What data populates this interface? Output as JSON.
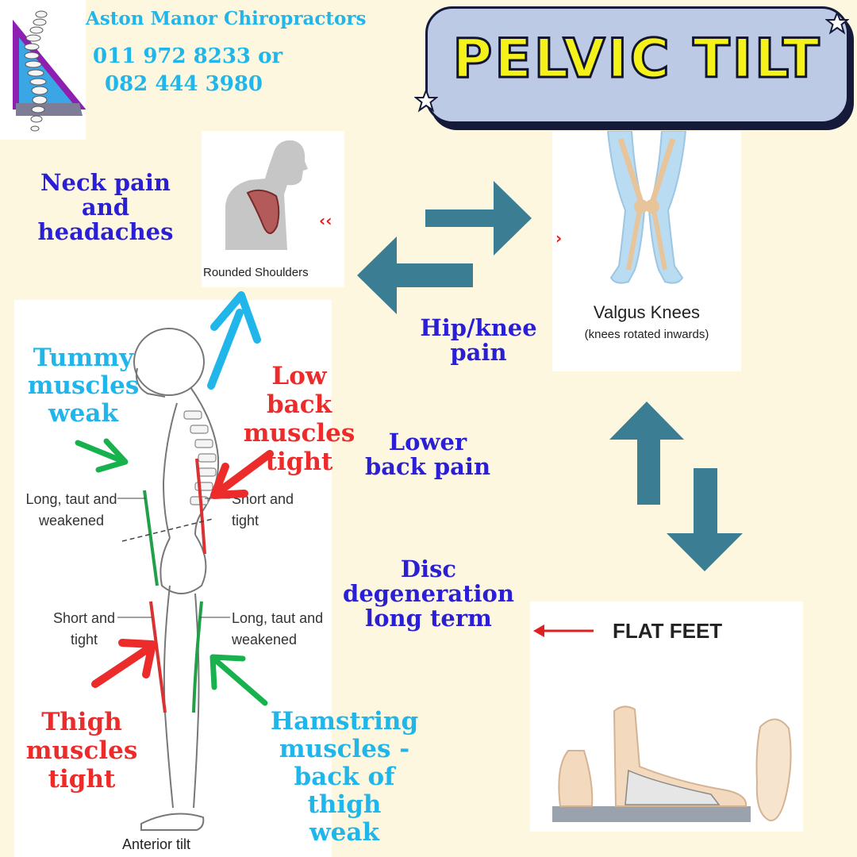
{
  "brand": {
    "name": "Aston Manor Chiropractors",
    "phone_line1": "011 972 8233 or",
    "phone_line2": "082 444 3980"
  },
  "title": "PELVIC TILT",
  "images": {
    "rounded_shoulders_caption": "Rounded Shoulders",
    "valgus_title": "Valgus Knees",
    "valgus_subtitle": "(knees rotated inwards)",
    "flat_feet_title": "FLAT FEET",
    "skeleton_caption": "Anterior tilt",
    "long_taut_1": [
      "Long, taut and",
      "weakened"
    ],
    "short_tight_1": [
      "Short and",
      "tight"
    ],
    "short_tight_2": [
      "Short and",
      "tight"
    ],
    "long_taut_2": [
      "Long, taut and",
      "weakened"
    ]
  },
  "labels": {
    "neck": [
      "Neck pain",
      "and",
      "headaches"
    ],
    "hip_knee": [
      "Hip/knee",
      "pain"
    ],
    "lower_back": [
      "Lower",
      "back pain"
    ],
    "disc": [
      "Disc",
      "degeneration",
      "long term"
    ],
    "tummy": [
      "Tummy",
      "muscles",
      "weak"
    ],
    "low_back_muscles": [
      "Low back",
      "muscles",
      "tight"
    ],
    "thigh": [
      "Thigh",
      "muscles",
      "tight"
    ],
    "hamstring": [
      "Hamstring",
      "muscles -",
      "back of thigh",
      "weak"
    ]
  },
  "colors": {
    "background": "#fcf7de",
    "teal_arrow": "#3b7d93",
    "cyan": "#21b6ea",
    "red": "#ec2b2b",
    "green": "#17b24d",
    "blue_text": "#2b1fd6",
    "title_yellow": "#f4f21a"
  }
}
